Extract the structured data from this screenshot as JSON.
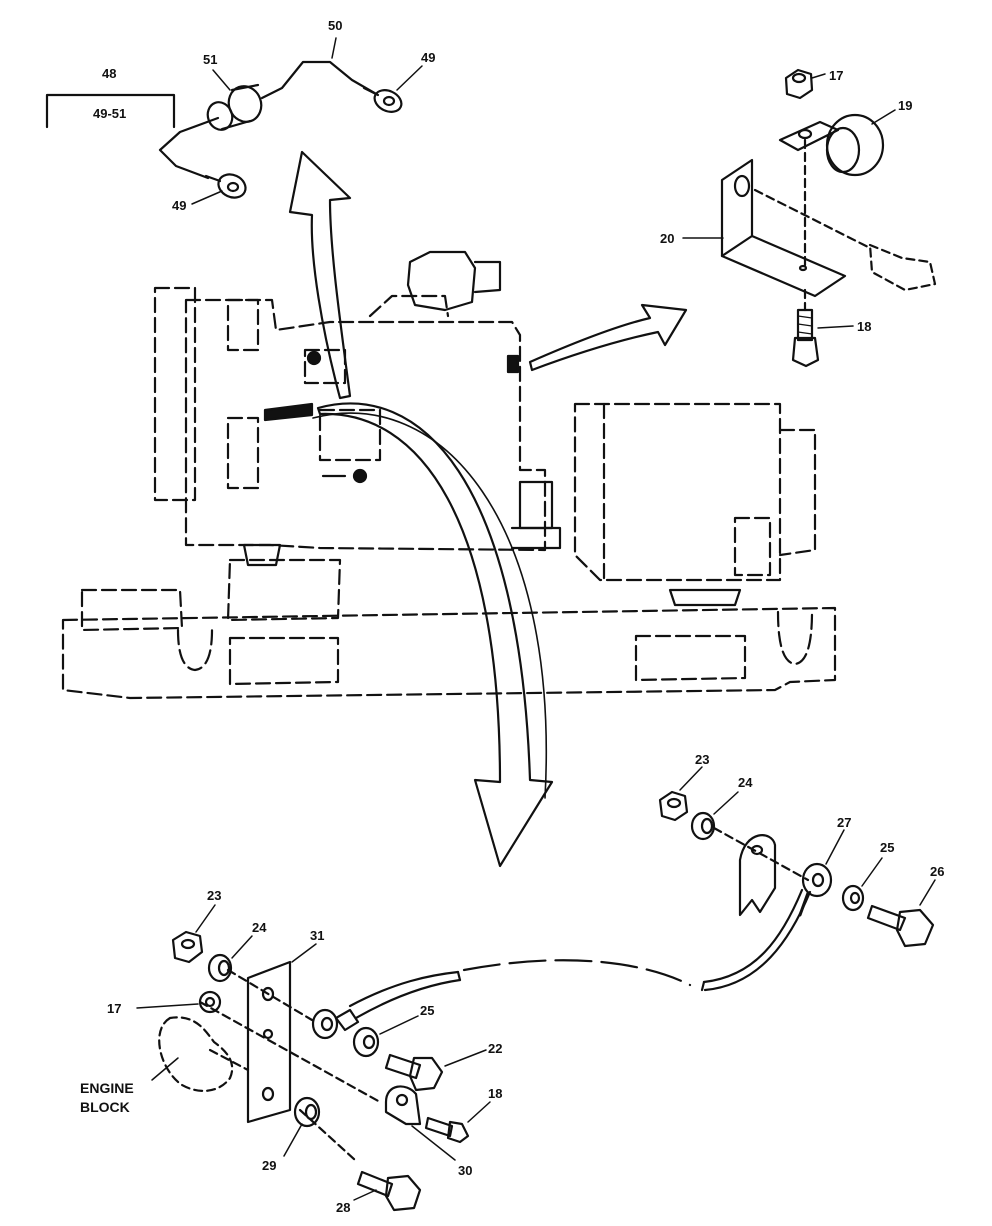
{
  "labels": {
    "c48": "48",
    "c49_51": "49-51",
    "c51": "51",
    "c50": "50",
    "c49_top": "49",
    "c49_bottom": "49",
    "c17_top": "17",
    "c19": "19",
    "c20": "20",
    "c18_top": "18",
    "c23_right": "23",
    "c24_right": "24",
    "c27": "27",
    "c25_right": "25",
    "c26": "26",
    "c23_left": "23",
    "c24_left": "24",
    "c31": "31",
    "c17_left": "17",
    "c25_left": "25",
    "c22": "22",
    "c18_bottom": "18",
    "engine_block_line1": "ENGINE",
    "engine_block_line2": "BLOCK",
    "c29": "29",
    "c30": "30",
    "c28": "28"
  }
}
